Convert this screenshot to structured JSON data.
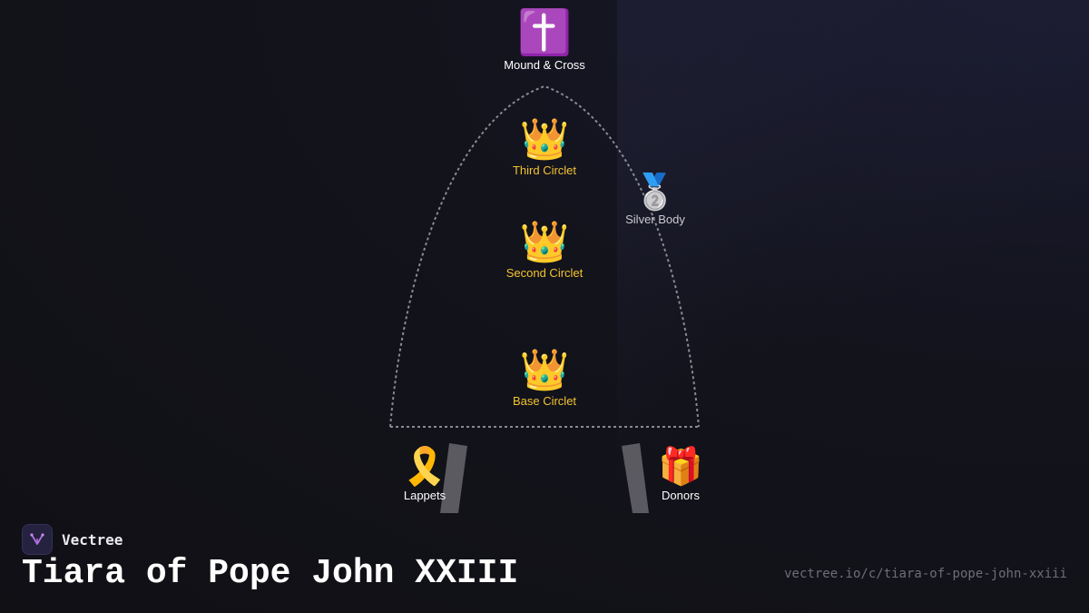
{
  "brand": {
    "name": "Vectree"
  },
  "title": "Tiara of Pope John XXIII",
  "url": "vectree.io/c/tiara-of-pope-john-xxiii",
  "colors": {
    "gold": "#f4c430",
    "white": "#ffffff",
    "grey": "#c9c9d0",
    "frame": "#8a8a92"
  },
  "nodes": {
    "mound_cross": {
      "icon": "latin-cross-icon",
      "glyph": "✝️",
      "label": "Mound & Cross"
    },
    "third_circlet": {
      "icon": "crown-icon",
      "glyph": "👑",
      "label": "Third Circlet"
    },
    "silver_body": {
      "icon": "second-place-medal-icon",
      "glyph": "🥈",
      "label": "Silver Body"
    },
    "second_circlet": {
      "icon": "crown-icon",
      "glyph": "👑",
      "label": "Second Circlet"
    },
    "base_circlet": {
      "icon": "crown-icon",
      "glyph": "👑",
      "label": "Base Circlet"
    },
    "lappets": {
      "icon": "ribbon-icon",
      "glyph": "🎗️",
      "label": "Lappets"
    },
    "donors": {
      "icon": "gift-icon",
      "glyph": "🎁",
      "label": "Donors"
    }
  }
}
